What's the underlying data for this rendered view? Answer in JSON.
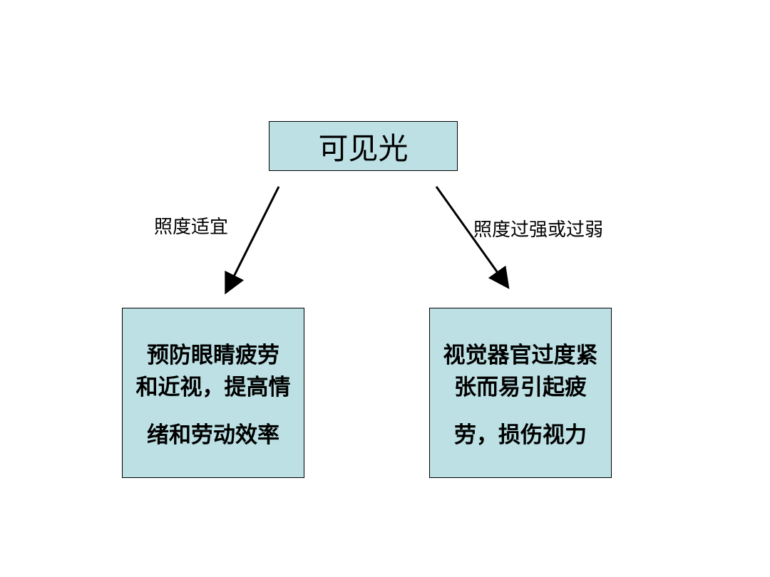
{
  "diagram": {
    "root": {
      "label": "可见光"
    },
    "edges": [
      {
        "label": "照度适宜"
      },
      {
        "label": "照度过强或过弱"
      }
    ],
    "outcomes": [
      {
        "lines": [
          "预防眼睛疲劳",
          "和近视，提高情",
          "绪和劳动效率"
        ]
      },
      {
        "lines": [
          "视觉器官过度紧",
          "张而易引起疲",
          "劳，损伤视力"
        ]
      }
    ]
  },
  "colors": {
    "box_fill": "#bce0e4",
    "border": "#000000"
  }
}
